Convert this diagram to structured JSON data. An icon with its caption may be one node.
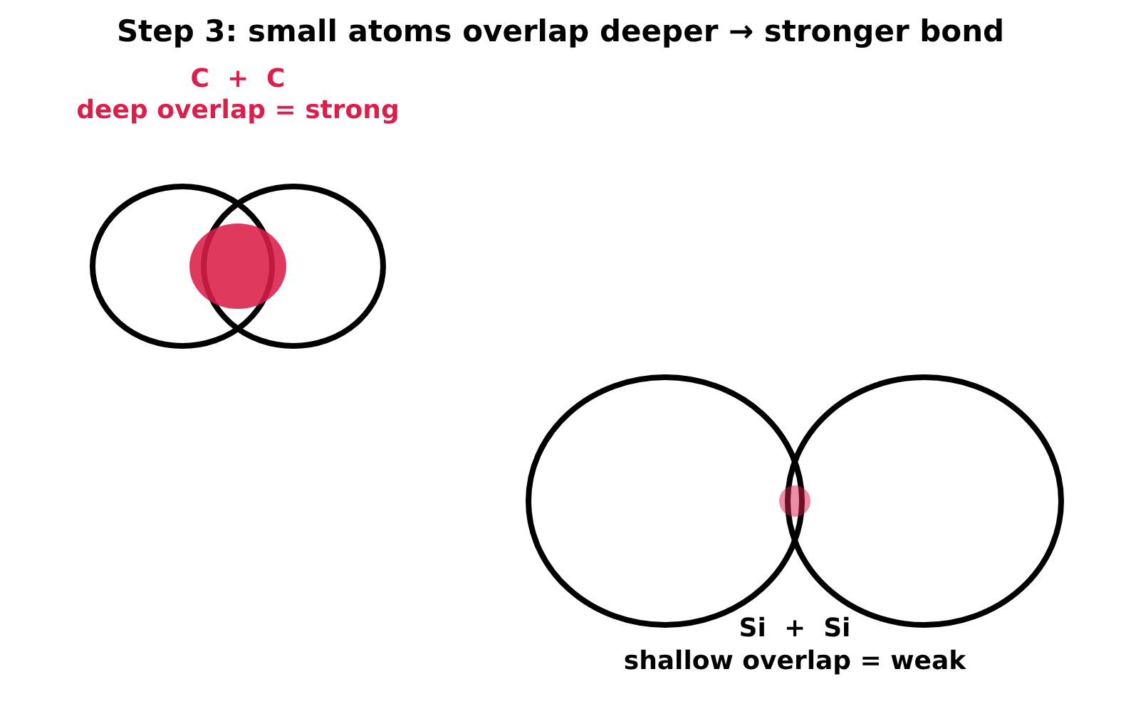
{
  "diagram": {
    "title": "Step 3: small atoms overlap deeper → stronger bond",
    "labels": [
      "C  +  C",
      "deep overlap = strong",
      "Si  +  Si",
      "shallow overlap = weak"
    ]
  }
}
